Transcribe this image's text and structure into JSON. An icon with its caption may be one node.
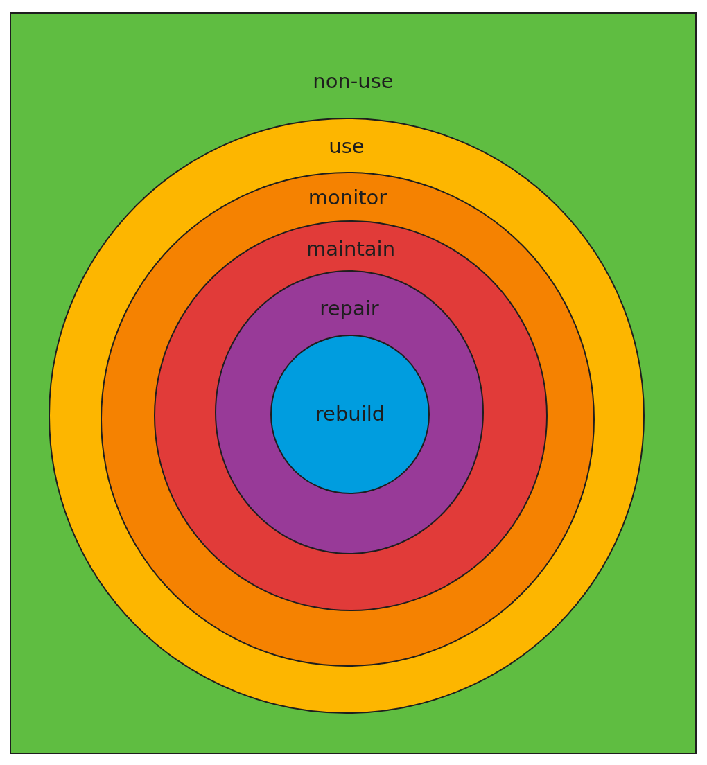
{
  "diagram": {
    "nodes": [
      {
        "text": [
          "non-use"
        ]
      },
      {
        "text": [
          "use"
        ],
        "in": 0
      },
      {
        "text": [
          "monitor"
        ],
        "in": 1
      },
      {
        "text": [
          "maintain"
        ],
        "in": 2
      },
      {
        "text": [
          "repair"
        ],
        "in": 3
      },
      {
        "text": [
          "rebuild"
        ],
        "in": 4
      }
    ]
  }
}
